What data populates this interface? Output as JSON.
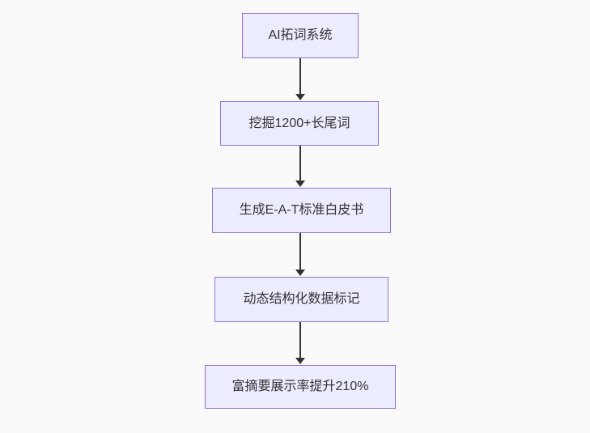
{
  "diagram": {
    "type": "flowchart",
    "direction": "top-down",
    "colors": {
      "background": "#fafafa",
      "node_fill": "#ECECFF",
      "node_border": "#9370DB",
      "edge": "#333333",
      "text": "#333333"
    },
    "nodes": [
      {
        "label": "AI拓词系统"
      },
      {
        "label": "挖掘1200+长尾词"
      },
      {
        "label": "生成E-A-T标准白皮书"
      },
      {
        "label": "动态结构化数据标记"
      },
      {
        "label": "富摘要展示率提升210%"
      }
    ],
    "edges": [
      {
        "from": "AI拓词系统",
        "to": "挖掘1200+长尾词"
      },
      {
        "from": "挖掘1200+长尾词",
        "to": "生成E-A-T标准白皮书"
      },
      {
        "from": "生成E-A-T标准白皮书",
        "to": "动态结构化数据标记"
      },
      {
        "from": "动态结构化数据标记",
        "to": "富摘要展示率提升210%"
      }
    ]
  }
}
